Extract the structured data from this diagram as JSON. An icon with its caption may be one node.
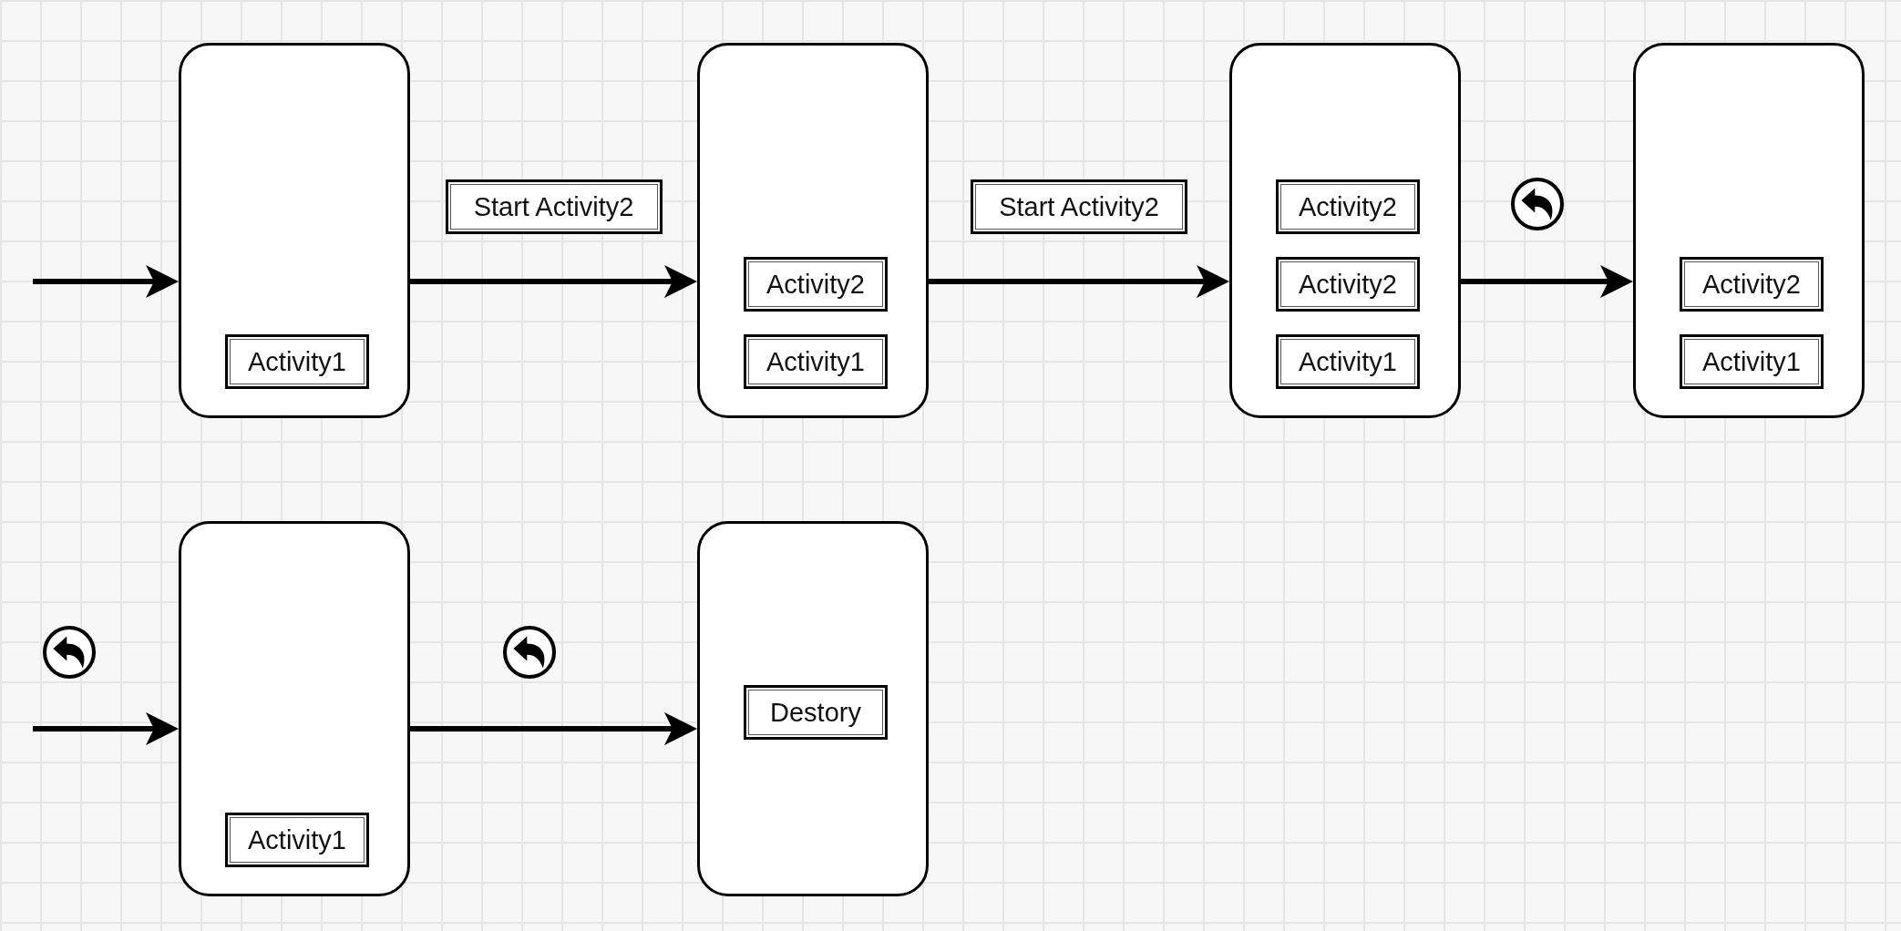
{
  "diagram": {
    "nodes": [
      {
        "text": [],
        "shape": "box"
      },
      {
        "text": [
          "Activity1"
        ],
        "in": 0
      },
      {
        "text": [],
        "shape": "box"
      },
      {
        "text": [
          "Activity2"
        ],
        "in": 2
      },
      {
        "text": [
          "Activity1"
        ],
        "in": 2
      },
      {
        "text": [],
        "shape": "box"
      },
      {
        "text": [
          "Activity2"
        ],
        "in": 5
      },
      {
        "text": [
          "Activity2"
        ],
        "in": 5
      },
      {
        "text": [
          "Activity1"
        ],
        "in": 5
      },
      {
        "text": [],
        "shape": "box"
      },
      {
        "text": [
          "Activity2"
        ],
        "in": 9
      },
      {
        "text": [
          "Activity1"
        ],
        "in": 9
      },
      {
        "text": [],
        "shape": "box"
      },
      {
        "text": [
          "Activity1"
        ],
        "in": 12
      },
      {
        "text": [],
        "shape": "box"
      },
      {
        "text": [
          "Destory"
        ],
        "in": 14
      }
    ],
    "edges": [
      {
        "from": null,
        "to": 0,
        "arrow": "to"
      },
      {
        "from": 0,
        "to": 2,
        "arrow": "to",
        "label": "Start Activity2"
      },
      {
        "from": 2,
        "to": 5,
        "arrow": "to",
        "label": "Start Activity2"
      },
      {
        "from": 5,
        "to": 9,
        "arrow": "to"
      },
      {
        "from": null,
        "to": 12,
        "arrow": "to"
      },
      {
        "from": 12,
        "to": 14,
        "arrow": "to"
      }
    ]
  }
}
